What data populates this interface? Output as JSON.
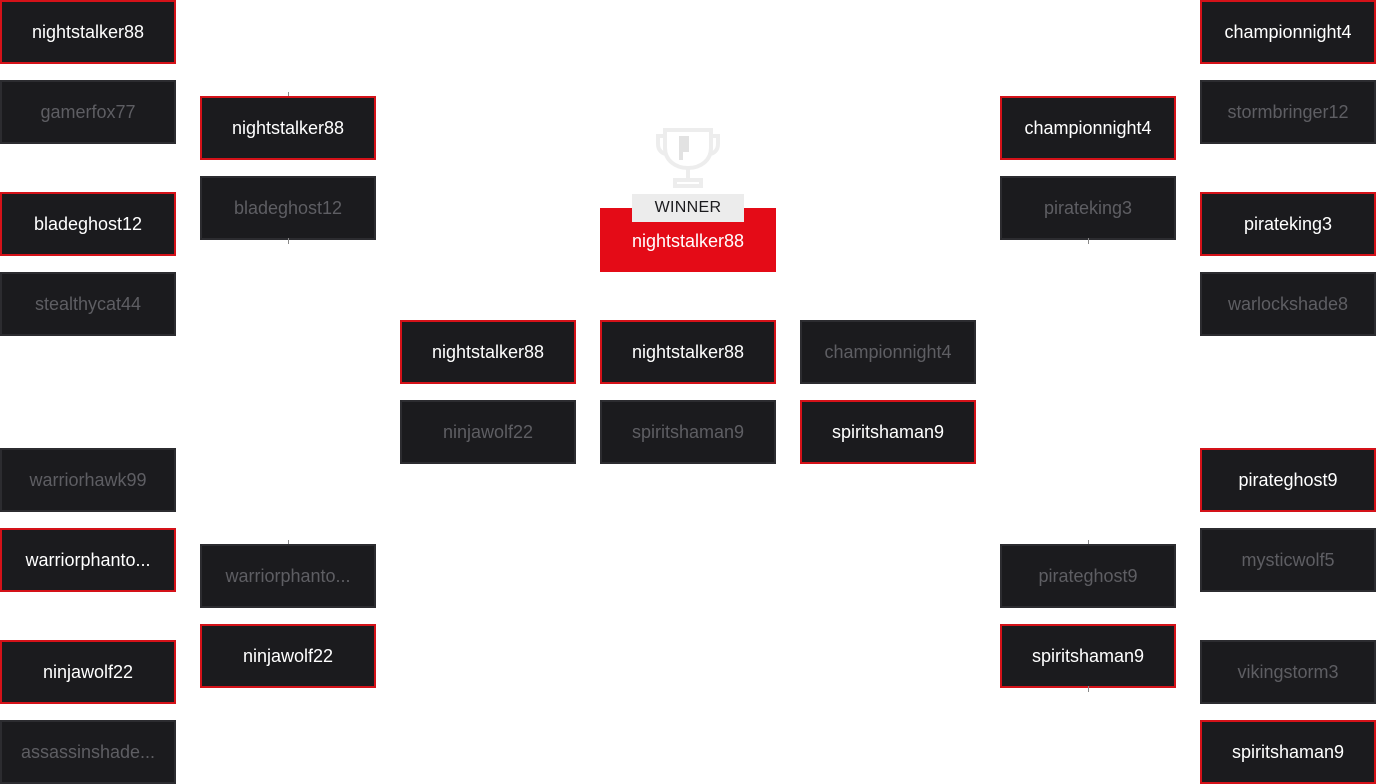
{
  "winner": {
    "label": "WINNER",
    "name": "nightstalker88"
  },
  "left": {
    "round1": [
      {
        "name": "nightstalker88",
        "winner": true
      },
      {
        "name": "gamerfox77",
        "winner": false
      },
      {
        "name": "bladeghost12",
        "winner": true
      },
      {
        "name": "stealthycat44",
        "winner": false
      },
      {
        "name": "warriorhawk99",
        "winner": false
      },
      {
        "name": "warriorphanto...",
        "winner": true
      },
      {
        "name": "ninjawolf22",
        "winner": true
      },
      {
        "name": "assassinshade...",
        "winner": false
      }
    ],
    "round2": [
      {
        "name": "nightstalker88",
        "winner": true
      },
      {
        "name": "bladeghost12",
        "winner": false
      },
      {
        "name": "warriorphanto...",
        "winner": false
      },
      {
        "name": "ninjawolf22",
        "winner": true
      }
    ],
    "semifinal": [
      {
        "name": "nightstalker88",
        "winner": true
      },
      {
        "name": "ninjawolf22",
        "winner": false
      }
    ]
  },
  "final": [
    {
      "name": "nightstalker88",
      "winner": true
    },
    {
      "name": "spiritshaman9",
      "winner": false
    }
  ],
  "right": {
    "semifinal": [
      {
        "name": "championnight4",
        "winner": false
      },
      {
        "name": "spiritshaman9",
        "winner": true
      }
    ],
    "round2": [
      {
        "name": "championnight4",
        "winner": true
      },
      {
        "name": "pirateking3",
        "winner": false
      },
      {
        "name": "pirateghost9",
        "winner": false
      },
      {
        "name": "spiritshaman9",
        "winner": true
      }
    ],
    "round1": [
      {
        "name": "championnight4",
        "winner": true
      },
      {
        "name": "stormbringer12",
        "winner": false
      },
      {
        "name": "pirateking3",
        "winner": true
      },
      {
        "name": "warlockshade8",
        "winner": false
      },
      {
        "name": "pirateghost9",
        "winner": true
      },
      {
        "name": "mysticwolf5",
        "winner": false
      },
      {
        "name": "vikingstorm3",
        "winner": false
      },
      {
        "name": "spiritshaman9",
        "winner": true
      }
    ]
  }
}
